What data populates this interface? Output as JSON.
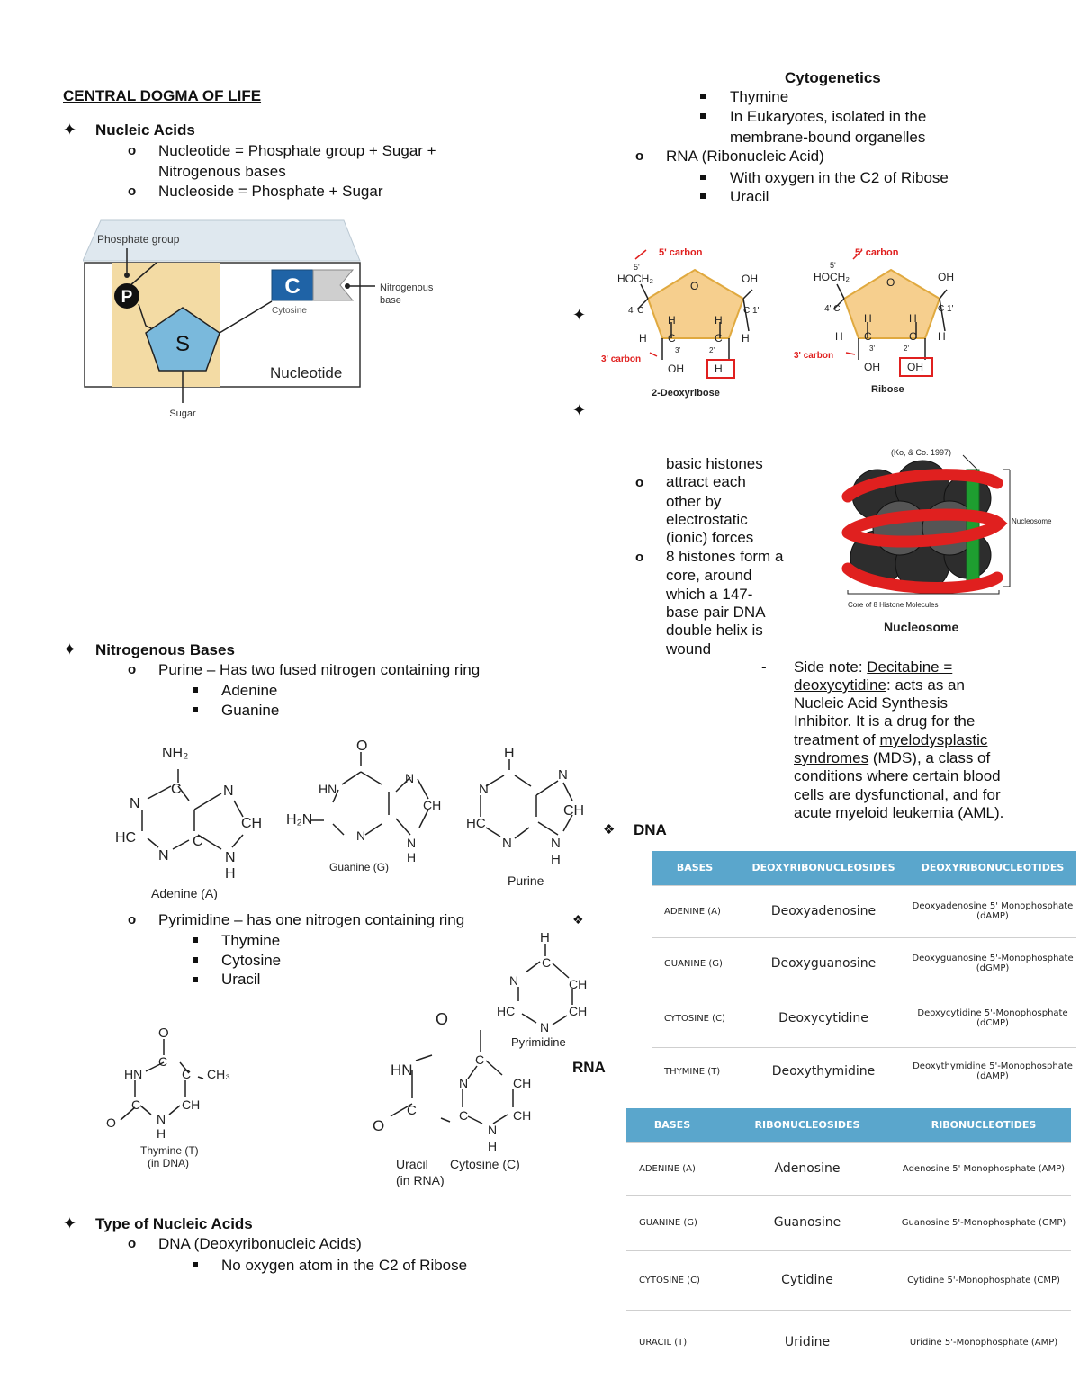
{
  "title": "CENTRAL DOGMA OF LIFE",
  "nucleic_acids": {
    "heading": "Nucleic Acids",
    "nucleotide_l1": "Nucleotide = Phosphate group + Sugar +",
    "nucleotide_l2": "Nitrogenous bases",
    "nucleoside": "Nucleoside = Phosphate + Sugar"
  },
  "nucleotide_diagram": {
    "phosphate_group": "Phosphate group",
    "p": "P",
    "s": "S",
    "c": "C",
    "cytosine": "Cytosine",
    "nitrogenous_base_l1": "Nitrogenous",
    "nitrogenous_base_l2": "base",
    "nucleotide": "Nucleotide",
    "sugar": "Sugar"
  },
  "cytogenetics": {
    "heading": "Cytogenetics",
    "thymine": "Thymine",
    "eukaryotes_l1": "In Eukaryotes, isolated in the",
    "eukaryotes_l2": "membrane-bound organelles",
    "rna": "RNA (Ribonucleic Acid)",
    "with_oxygen": "With oxygen in the C2 of Ribose",
    "uracil": "Uracil"
  },
  "sugars": {
    "c5": "5' carbon",
    "c3": "3' carbon",
    "hoch2": "HOCH₂",
    "five": "5'",
    "o": "O",
    "oh": "OH",
    "c4": "4' C",
    "c1": "C 1'",
    "h": "H",
    "c": "C",
    "two": "2'",
    "three": "3'",
    "deoxyribose": "2-Deoxyribose",
    "ribose": "Ribose"
  },
  "histones": {
    "basic_histones": "basic histones",
    "attract": [
      "attract each",
      "other by",
      "electrostatic",
      "(ionic) forces"
    ],
    "core": [
      "8 histones form a",
      "core, around",
      "which a 147-",
      "base pair DNA",
      "double helix is",
      "wound"
    ]
  },
  "nucleosome": {
    "caption": "Nucleosome",
    "citation": "(Ko, & Co. 1997)",
    "side_label": "Nucleosome",
    "bottom_label": "Core of 8 Histone Molecules"
  },
  "side_note": {
    "dash": "-",
    "l1a": "Side note: ",
    "l1b": "Decitabine =",
    "l2a": "deoxycytidine",
    "l2b": ": acts as an",
    "l3": "Nucleic Acid Synthesis",
    "l4": "Inhibitor. It is a drug for the",
    "l5a": "treatment of ",
    "l5b": "myelodysplastic",
    "l6a": "syndromes",
    "l6b": " (MDS), a class of",
    "l7": "conditions where certain blood",
    "l8": "cells are dysfunctional, and for",
    "l9": "acute myeloid leukemia (AML)."
  },
  "nitrogenous_bases": {
    "heading": "Nitrogenous Bases",
    "purine": "Purine – Has two fused nitrogen containing ring",
    "adenine": "Adenine",
    "guanine": "Guanine",
    "pyrimidine": "Pyrimidine – has one nitrogen containing ring",
    "thymine": "Thymine",
    "cytosine": "Cytosine",
    "uracil": "Uracil"
  },
  "structures": {
    "adenine": "Adenine (A)",
    "guanine": "Guanine (G)",
    "purine": "Purine",
    "pyrimidine": "Pyrimidine",
    "thymine_l1": "Thymine (T)",
    "thymine_l2": "(in DNA)",
    "uracil_l1": "Uracil",
    "uracil_l2": "(in RNA)",
    "cytosine": "Cytosine (C)",
    "nh2": "NH₂",
    "n": "N",
    "c": "C",
    "h": "H",
    "ch": "CH",
    "hc": "HC",
    "o": "O",
    "hn": "HN",
    "h2n": "H₂N",
    "ch3": "CH₃"
  },
  "dna_label": "DNA",
  "rna_label": "RNA",
  "type_of_nucleic_acids": {
    "heading": "Type of Nucleic Acids",
    "dna": "DNA (Deoxyribonucleic Acids)",
    "no_oxygen": "No oxygen atom in the C2 of Ribose"
  },
  "dna_table": {
    "headers": [
      "BASES",
      "DEOXYRIBONUCLEOSIDES",
      "DEOXYRIBONUCLEOTIDES"
    ],
    "rows": [
      [
        "ADENINE (A)",
        "Deoxyadenosine",
        "Deoxyadenosine 5' Monophosphate (dAMP)"
      ],
      [
        "GUANINE (G)",
        "Deoxyguanosine",
        "Deoxyguanosine 5'-Monophosphate (dGMP)"
      ],
      [
        "CYTOSINE (C)",
        "Deoxycytidine",
        "Deoxycytidine 5'-Monophosphate (dCMP)"
      ],
      [
        "THYMINE (T)",
        "Deoxythymidine",
        "Deoxythymidine 5'-Monophosphate (dAMP)"
      ]
    ]
  },
  "rna_table": {
    "headers": [
      "BASES",
      "RIBONUCLEOSIDES",
      "RIBONUCLEOTIDES"
    ],
    "rows": [
      [
        "ADENINE (A)",
        "Adenosine",
        "Adenosine 5' Monophosphate (AMP)"
      ],
      [
        "GUANINE (G)",
        "Guanosine",
        "Guanosine 5'-Monophosphate (GMP)"
      ],
      [
        "CYTOSINE (C)",
        "Cytidine",
        "Cytidine 5'-Monophosphate (CMP)"
      ],
      [
        "URACIL (T)",
        "Uridine",
        "Uridine 5'-Monophosphate (AMP)"
      ]
    ]
  },
  "colors": {
    "table_header": "#5aa6cc",
    "red": "#e0201f",
    "green": "#1e9e30",
    "sugar_fill": "#f6cf8e",
    "phosphate_box": "#f3dba4",
    "s_fill": "#7ab9dc",
    "c_fill": "#1f63a6"
  }
}
